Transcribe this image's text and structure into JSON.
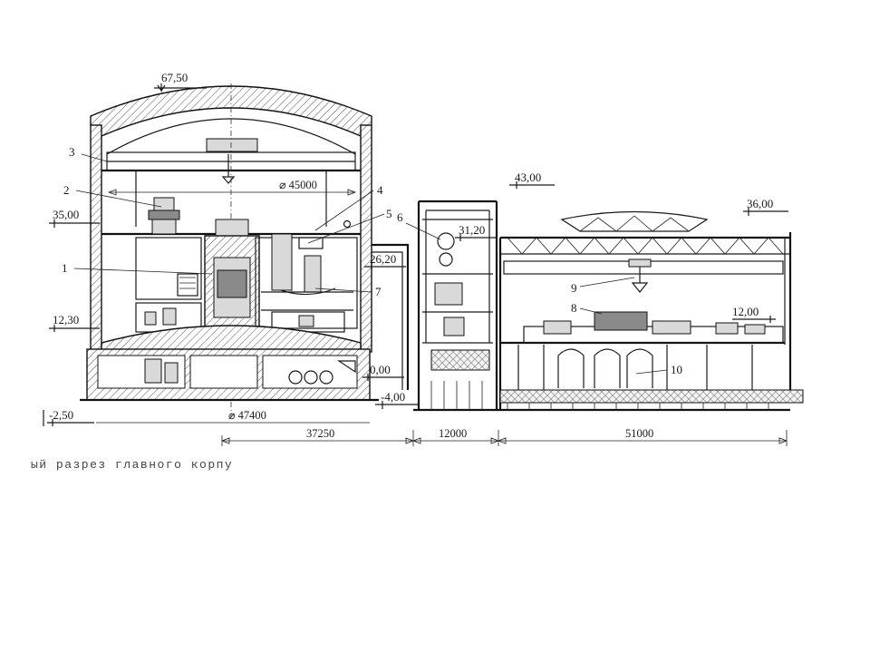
{
  "diagram": {
    "elevations": {
      "e6750": "67,50",
      "e4300": "43,00",
      "e3600": "36,00",
      "e3500": "35,00",
      "e3120": "31,20",
      "e2620": "26,20",
      "e1230": "12,30",
      "e1200": "12,00",
      "e000": "0,00",
      "em400": "-4,00",
      "em250": "-2,50"
    },
    "dimensions": {
      "d45000": "⌀ 45000",
      "d47400": "⌀ 47400",
      "d37250": "37250",
      "d12000": "12000",
      "d51000": "51000"
    },
    "callouts": {
      "c1": "1",
      "c2": "2",
      "c3": "3",
      "c4": "4",
      "c5": "5",
      "c6": "6",
      "c7": "7",
      "c8": "8",
      "c9": "9",
      "c10": "10"
    },
    "caption": "ый разрез главного корпу"
  }
}
